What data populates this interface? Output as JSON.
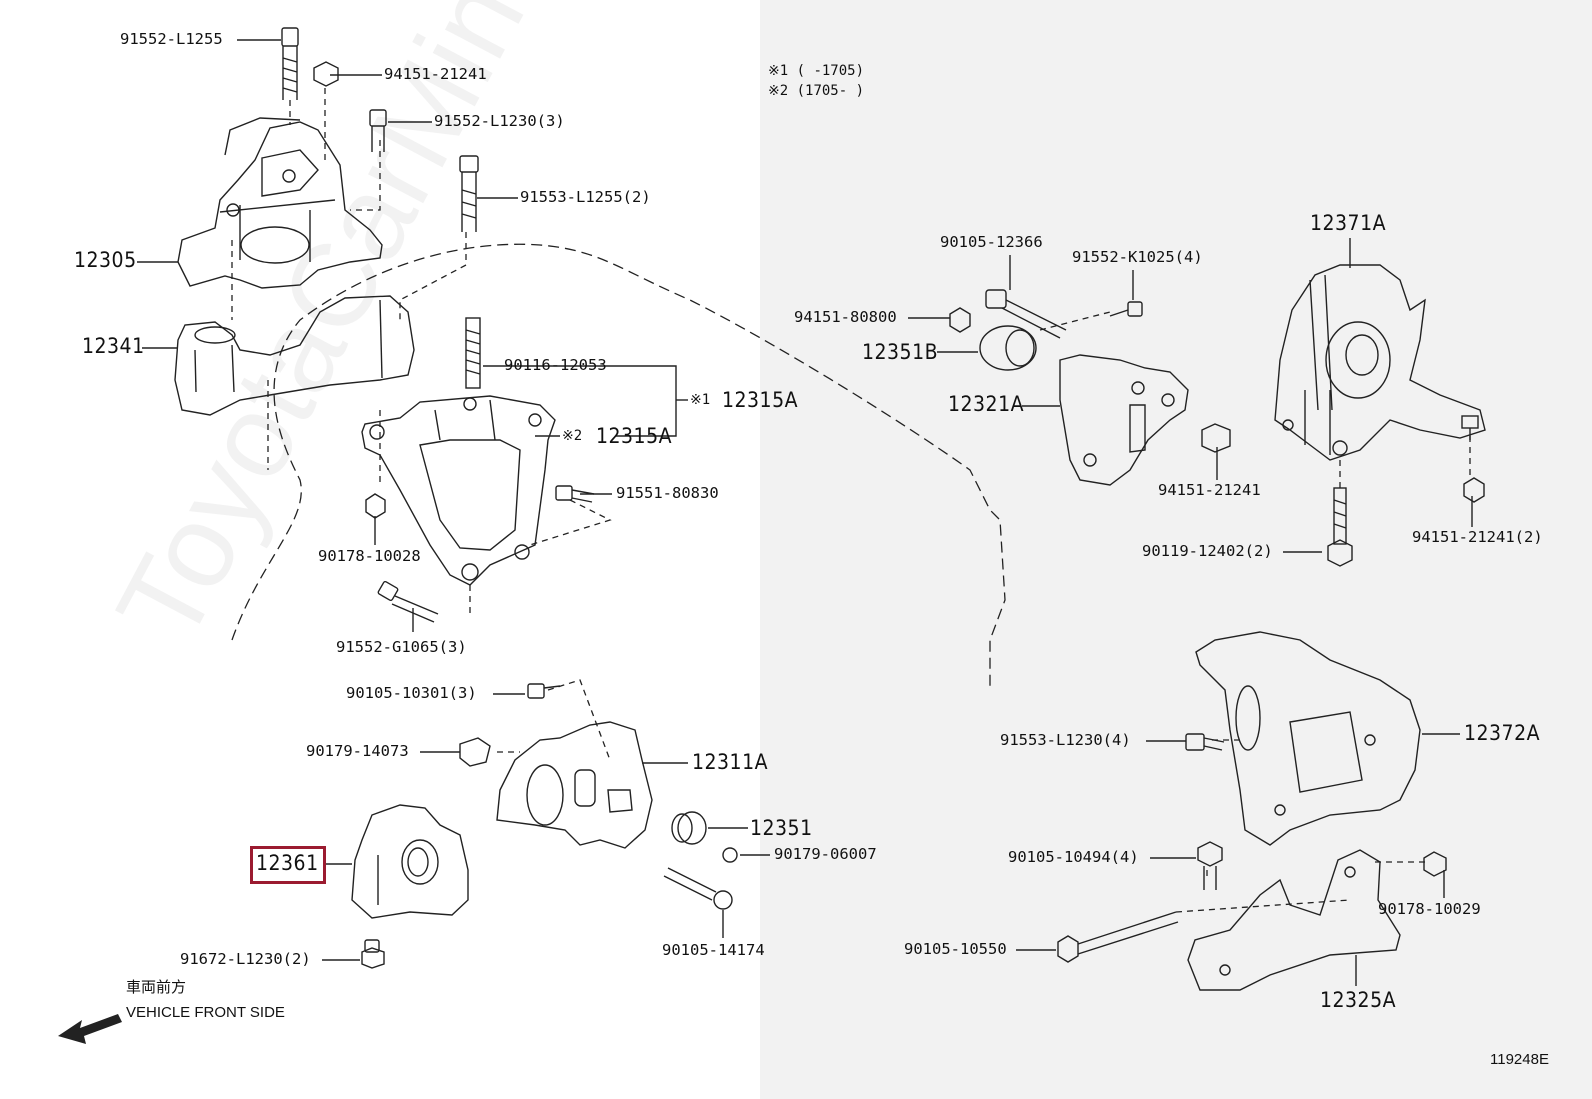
{
  "watermark": "ToyotaCarMine.ru",
  "notes": {
    "note1": "※1 (      -1705)",
    "note2": "※2 (1705-      )"
  },
  "parts": {
    "p91552_L1255": "91552-L1255",
    "p94151_21241_top": "94151-21241",
    "p91552_L1230_3": "91552-L1230(3)",
    "p91553_L1255_2": "91553-L1255(2)",
    "p12305": "12305",
    "p12341": "12341",
    "p90116_12053": "90116-12053",
    "p12315A_1": "12315A",
    "p12315A_2": "12315A",
    "mark1": "※1",
    "mark2": "※2",
    "p91551_80830": "91551-80830",
    "p90178_10028": "90178-10028",
    "p91552_G1065_3": "91552-G1065(3)",
    "p90105_10301_3": "90105-10301(3)",
    "p90179_14073": "90179-14073",
    "p12311A": "12311A",
    "p12351": "12351",
    "p90179_06007": "90179-06007",
    "p12361": "12361",
    "p90105_14174": "90105-14174",
    "p91672_L1230_2": "91672-L1230(2)",
    "p90105_12366": "90105-12366",
    "p91552_K1025_4": "91552-K1025(4)",
    "p94151_80800": "94151-80800",
    "p12351B": "12351B",
    "p12321A": "12321A",
    "p94151_21241_mid": "94151-21241",
    "p12371A": "12371A",
    "p90119_12402_2": "90119-12402(2)",
    "p94151_21241_2": "94151-21241(2)",
    "p91553_L1230_4": "91553-L1230(4)",
    "p12372A": "12372A",
    "p90105_10494_4": "90105-10494(4)",
    "p90178_10029": "90178-10029",
    "p90105_10550": "90105-10550",
    "p12325A": "12325A"
  },
  "direction": {
    "jp": "車両前方",
    "en": "VEHICLE FRONT SIDE"
  },
  "figure_id": "119248E",
  "highlight_color": "#9b1b30"
}
